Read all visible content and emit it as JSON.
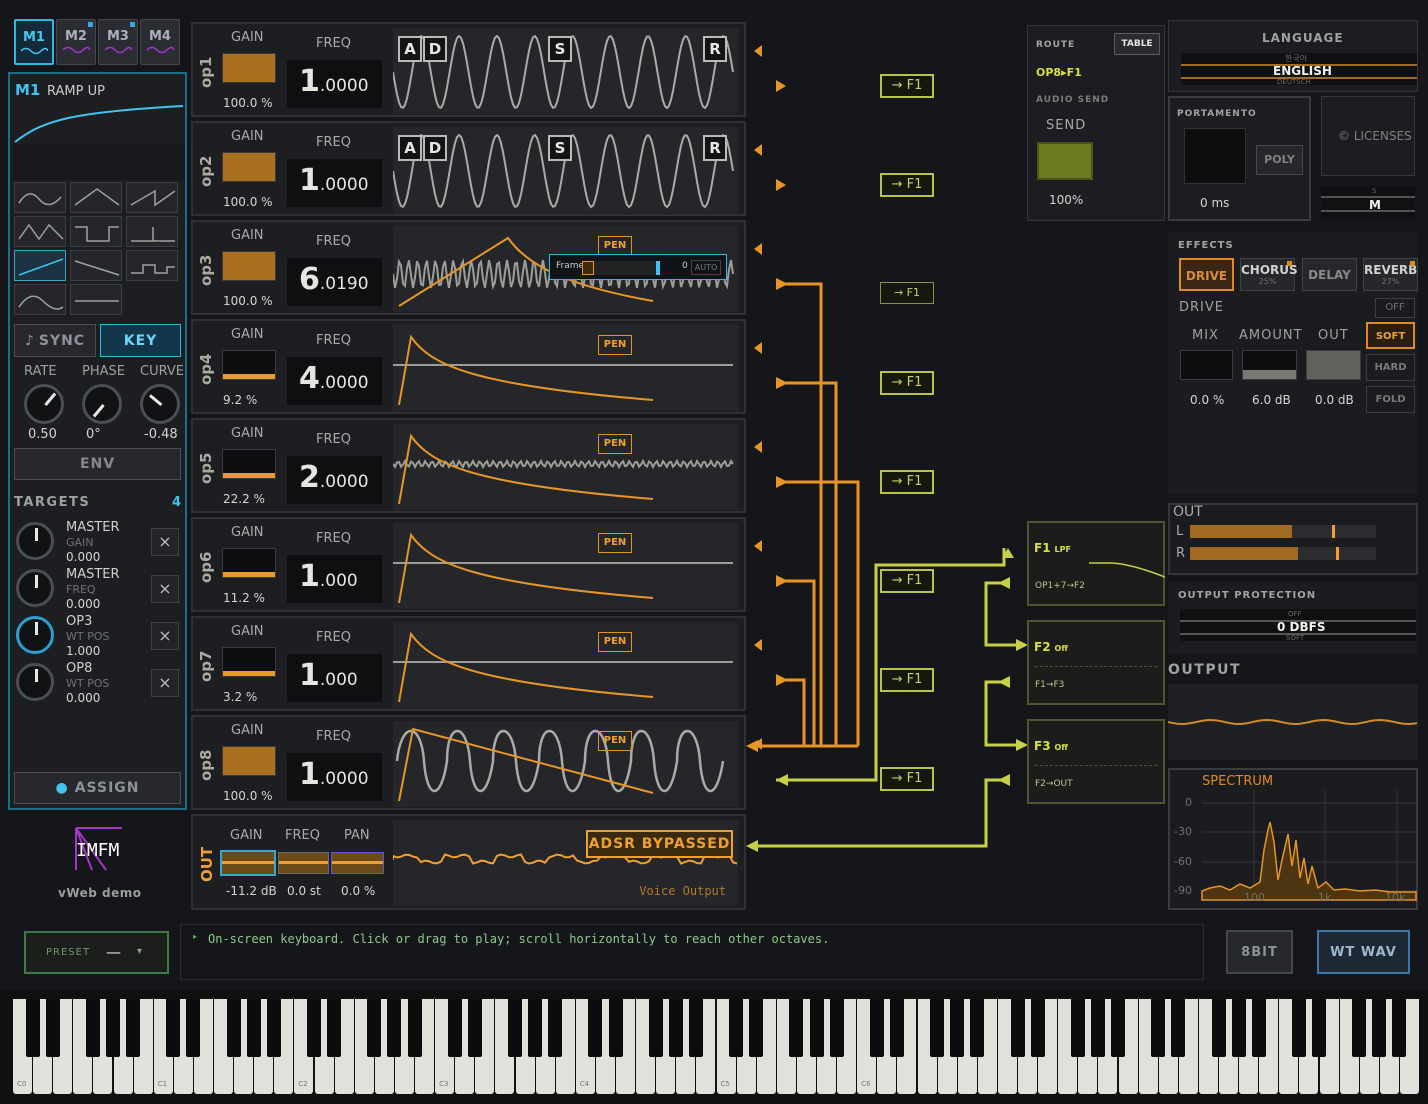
{
  "mod_tabs": [
    {
      "label": "M1",
      "active": true
    },
    {
      "label": "M2"
    },
    {
      "label": "M3"
    },
    {
      "label": "M4"
    }
  ],
  "mod_panel": {
    "name": "M1",
    "shape": "RAMP UP",
    "sync": "SYNC",
    "key": "KEY",
    "knobs": [
      {
        "label": "RATE",
        "value": "0.50"
      },
      {
        "label": "PHASE",
        "value": "0°"
      },
      {
        "label": "CURVE",
        "value": "-0.48"
      }
    ],
    "env": "ENV",
    "targets_label": "TARGETS",
    "targets_count": "4",
    "targets": [
      {
        "name": "MASTER",
        "param": "GAIN",
        "value": "0.000"
      },
      {
        "name": "MASTER",
        "param": "FREQ",
        "value": "0.000"
      },
      {
        "name": "OP3",
        "param": "WT POS",
        "value": "1.000"
      },
      {
        "name": "OP8",
        "param": "WT POS",
        "value": "0.000"
      }
    ],
    "remove_glyph": "×",
    "assign": "ASSIGN"
  },
  "logo": {
    "text": "IMFM",
    "sub": "vWeb demo"
  },
  "gain_label": "GAIN",
  "freq_label": "FREQ",
  "operators": [
    {
      "label": "op1",
      "gain": "100.0 %",
      "freq_int": "1",
      "freq_dec": ".0000",
      "route": "→ F1",
      "env": [
        "A",
        "D",
        "S",
        "R"
      ]
    },
    {
      "label": "op2",
      "gain": "100.0 %",
      "freq_int": "1",
      "freq_dec": ".0000",
      "route": "→ F1",
      "env": [
        "A",
        "D",
        "S",
        "R"
      ]
    },
    {
      "label": "op3",
      "gain": "100.0 %",
      "freq_int": "6",
      "freq_dec": ".0190",
      "route": "→ F1",
      "pen": "PEN",
      "frame": "Frame",
      "frame_val": "0",
      "auto": "AUTO"
    },
    {
      "label": "op4",
      "gain": "9.2 %",
      "freq_int": "4",
      "freq_dec": ".0000",
      "route": "→ F1",
      "pen": "PEN"
    },
    {
      "label": "op5",
      "gain": "22.2 %",
      "freq_int": "2",
      "freq_dec": ".0000",
      "route": "→ F1",
      "pen": "PEN"
    },
    {
      "label": "op6",
      "gain": "11.2 %",
      "freq_int": "1",
      "freq_dec": ".000",
      "route": "→ F1",
      "pen": "PEN"
    },
    {
      "label": "op7",
      "gain": "3.2 %",
      "freq_int": "1",
      "freq_dec": ".000",
      "route": "→ F1",
      "pen": "PEN"
    },
    {
      "label": "op8",
      "gain": "100.0 %",
      "freq_int": "1",
      "freq_dec": ".0000",
      "route": "→ F1",
      "pen": "PEN"
    }
  ],
  "out": {
    "label": "OUT",
    "gain_l": "GAIN",
    "freq_l": "FREQ",
    "pan_l": "PAN",
    "gain": "-11.2 dB",
    "freq": "0.0 st",
    "pan": "0.0 %",
    "adsr": "ADSR BYPASSED",
    "voice": "Voice Output"
  },
  "route": {
    "title": "ROUTE",
    "table": "TABLE",
    "path": "OP8▸F1",
    "audio_send": "AUDIO SEND",
    "send": "SEND",
    "send_val": "100%"
  },
  "language": {
    "title": "LANGUAGE",
    "above": "한국어",
    "value": "ENGLISH",
    "below": "DEUTSCH"
  },
  "portamento": {
    "title": "PORTAMENTO",
    "poly": "POLY",
    "value": "0 ms"
  },
  "licenses": "© LICENSES",
  "mode": {
    "above": "S",
    "value": "M"
  },
  "effects": {
    "title": "EFFECTS",
    "items": [
      {
        "label": "DRIVE",
        "active": true
      },
      {
        "label": "CHORUS",
        "sub": "25%"
      },
      {
        "label": "DELAY"
      },
      {
        "label": "REVERB",
        "sub": "27%"
      }
    ],
    "drive": "DRIVE",
    "off": "OFF",
    "mix": "MIX",
    "amount": "AMOUNT",
    "out": "OUT",
    "mix_v": "0.0 %",
    "amount_v": "6.0 dB",
    "out_v": "0.0 dB",
    "modes": [
      "SOFT",
      "HARD",
      "FOLD"
    ]
  },
  "meter": {
    "title": "OUT",
    "l": "L",
    "r": "R",
    "l_level": 0.55,
    "r_level": 0.58
  },
  "protection": {
    "title": "OUTPUT PROTECTION",
    "above": "OFF",
    "value": "0 DBFS",
    "below": "SOFT"
  },
  "output_label": "OUTPUT",
  "spectrum": {
    "title": "SPECTRUM",
    "y": [
      "0",
      "-30",
      "-60",
      "-90"
    ],
    "x": [
      "100",
      "1k",
      "10k"
    ]
  },
  "filters": [
    {
      "name": "F1",
      "type": "LPF",
      "route": "OP1+7→F2"
    },
    {
      "name": "F2",
      "type": "Off",
      "route": "F1→F3"
    },
    {
      "name": "F3",
      "type": "Off",
      "route": "F2→OUT"
    }
  ],
  "preset": {
    "label": "PRESET",
    "value": "—",
    "arrow": "▾"
  },
  "console": "On-screen keyboard. Click or drag to play; scroll horizontally to reach other octaves.",
  "btn_8bit": "8BIT",
  "btn_wtwav": "WT WAV",
  "octaves": [
    "C0",
    "C1",
    "C2",
    "C3",
    "C4",
    "C5",
    "C6"
  ],
  "colors": {
    "accent": "#2fb9e0",
    "orange": "#f0a030",
    "lime": "#c8d060"
  }
}
